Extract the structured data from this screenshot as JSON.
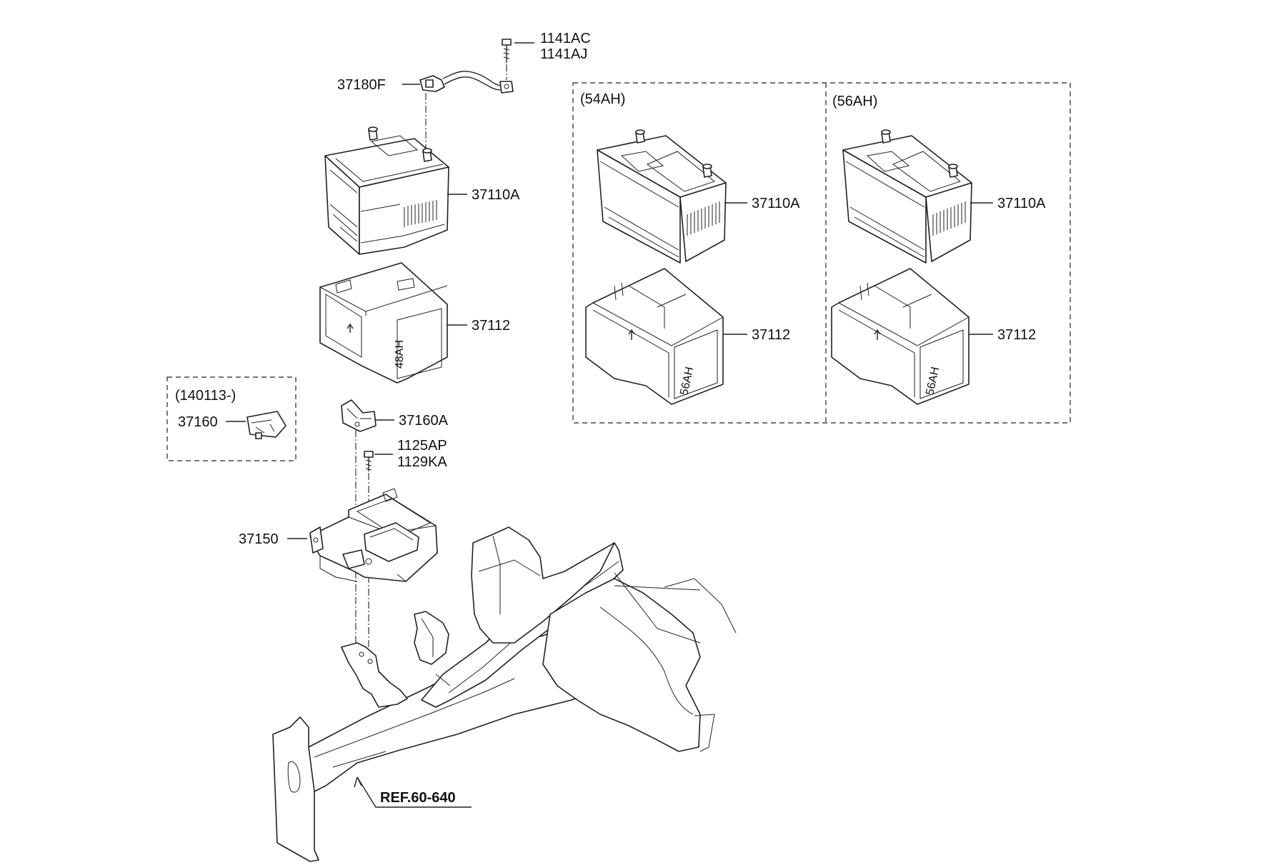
{
  "labels": {
    "bolt_top_1": "1141AC",
    "bolt_top_2": "1141AJ",
    "cable": "37180F",
    "battery_main": "37110A",
    "insulator_main": "37112",
    "date_range": "(140113-)",
    "bracket_alt": "37160",
    "bracket_main": "37160A",
    "bolt_mid_1": "1125AP",
    "bolt_mid_2": "1129KA",
    "tray": "37150",
    "reference": "REF.60-640",
    "variant_54_title": "(54AH)",
    "variant_54_battery": "37110A",
    "variant_54_insulator": "37112",
    "variant_56_title": "(56AH)",
    "variant_56_battery": "37110A",
    "variant_56_insulator": "37112"
  },
  "insulator_marks": {
    "main": "48AH",
    "variant_54": "56AH",
    "variant_56": "56AH"
  }
}
